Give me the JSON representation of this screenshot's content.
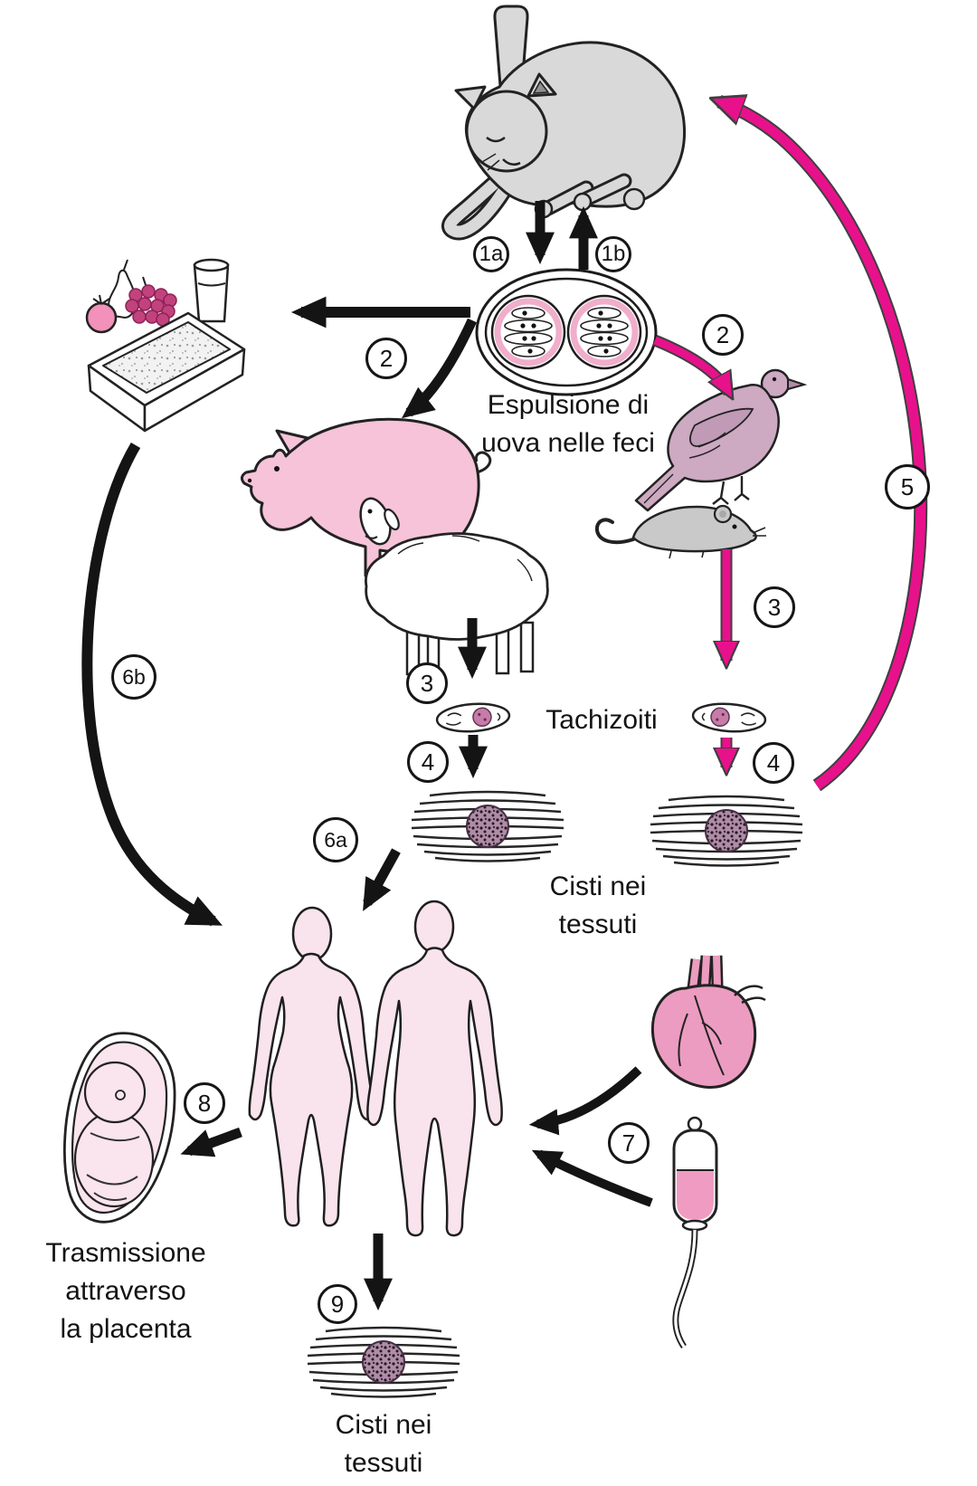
{
  "figure_labels": {
    "espulsione_line1": "Espulsione di",
    "espulsione_line2": "uova nelle feci",
    "tachizoiti": "Tachizoiti",
    "cisti_mid_line1": "Cisti nei",
    "cisti_mid_line2": "tessuti",
    "cisti_bottom_line1": "Cisti nei",
    "cisti_bottom_line2": "tessuti",
    "trasmissione_line1": "Trasmissione",
    "trasmissione_line2": "attraverso",
    "trasmissione_line3": "la placenta"
  },
  "badges": {
    "b1a": "1a",
    "b1b": "1b",
    "b2_left": "2",
    "b2_right": "2",
    "b3_left": "3",
    "b3_right": "3",
    "b4_left": "4",
    "b4_right": "4",
    "b5": "5",
    "b6a": "6a",
    "b6b": "6b",
    "b7": "7",
    "b8": "8",
    "b9": "9"
  },
  "colors": {
    "arrow_black": "#141414",
    "arrow_magenta": "#e8118c",
    "pig_pink": "#f6c3d8",
    "bird_mauve": "#cda9c2",
    "rodent_gray": "#c9c9c9",
    "cat_gray": "#d9d9d9",
    "human_pink": "#f9e3ec",
    "heart_pink": "#ec9cc0",
    "blood_pink": "#f09cc2",
    "grape_magenta": "#c2427e",
    "oocyst_ring_pink": "#f0aecb"
  },
  "illustrations": [
    "cat",
    "oocyst with sporozoites",
    "fruit and water glass",
    "litter box",
    "pig",
    "sheep",
    "pigeon",
    "mouse",
    "tachyzoite (x2)",
    "tissue cyst in muscle (x3)",
    "human female silhouette",
    "human male silhouette",
    "heart",
    "blood transfusion bottle",
    "fetus in womb"
  ]
}
